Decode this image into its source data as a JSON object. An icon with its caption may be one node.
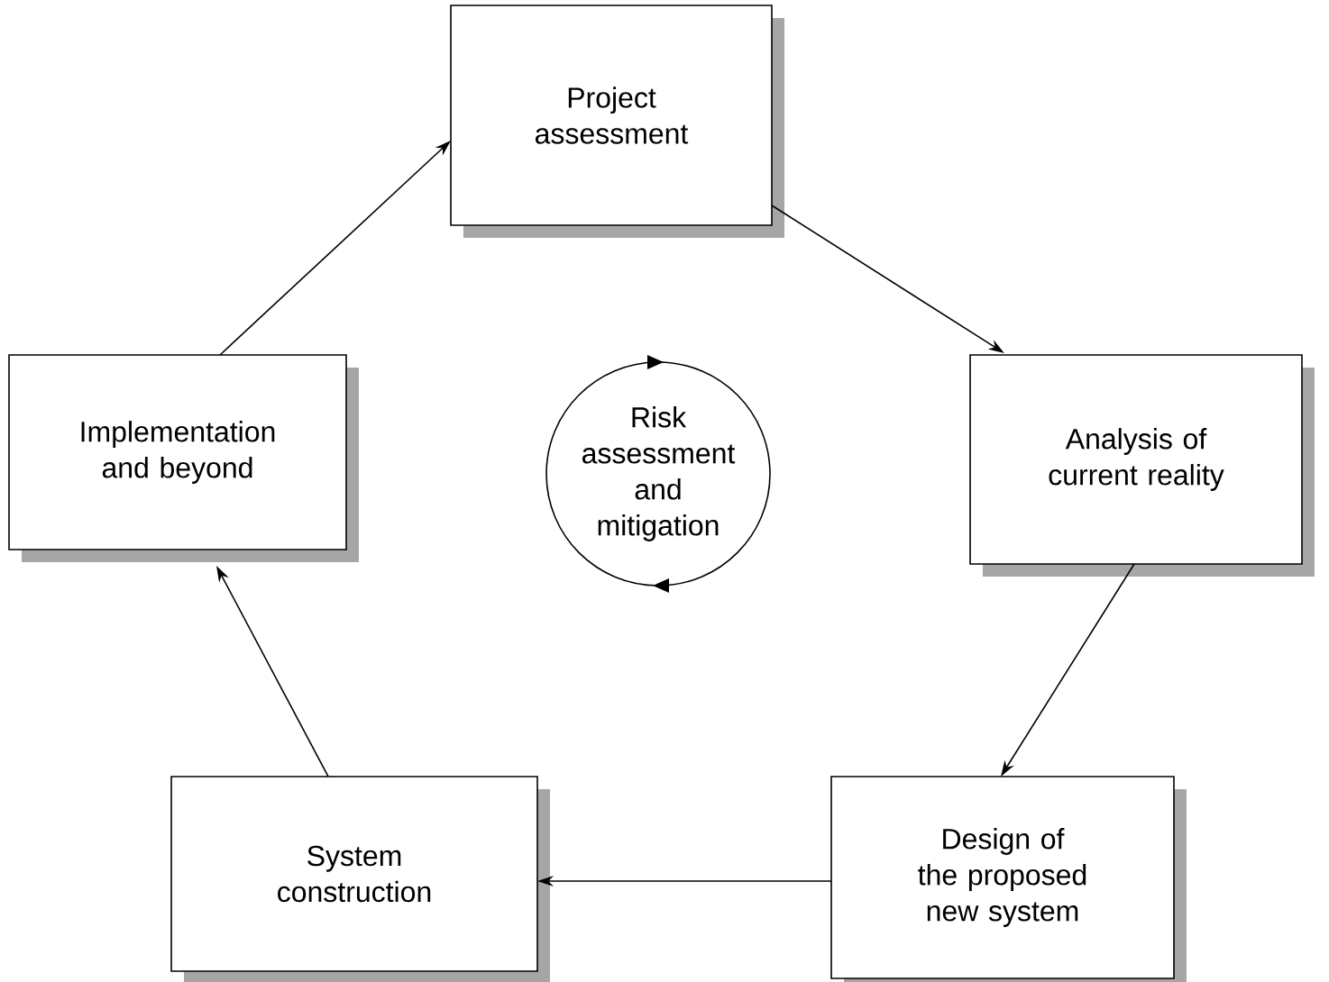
{
  "diagram": {
    "nodes": [
      {
        "text": [
          "Project assessment"
        ]
      },
      {
        "text": [
          "Analysis of current reality"
        ]
      },
      {
        "text": [
          "Design of the proposed new system"
        ]
      },
      {
        "text": [
          "System construction"
        ]
      },
      {
        "text": [
          "Implementation and beyond"
        ]
      },
      {
        "text": [
          "Risk assessment and mitigation"
        ]
      }
    ],
    "edges": [
      {
        "from": 0,
        "to": 1,
        "arrow": "to"
      },
      {
        "from": 1,
        "to": 2,
        "arrow": "to"
      },
      {
        "from": 2,
        "to": 3,
        "arrow": "to"
      },
      {
        "from": 3,
        "to": 4,
        "arrow": "to"
      },
      {
        "from": 4,
        "to": 0,
        "arrow": "to"
      }
    ]
  }
}
